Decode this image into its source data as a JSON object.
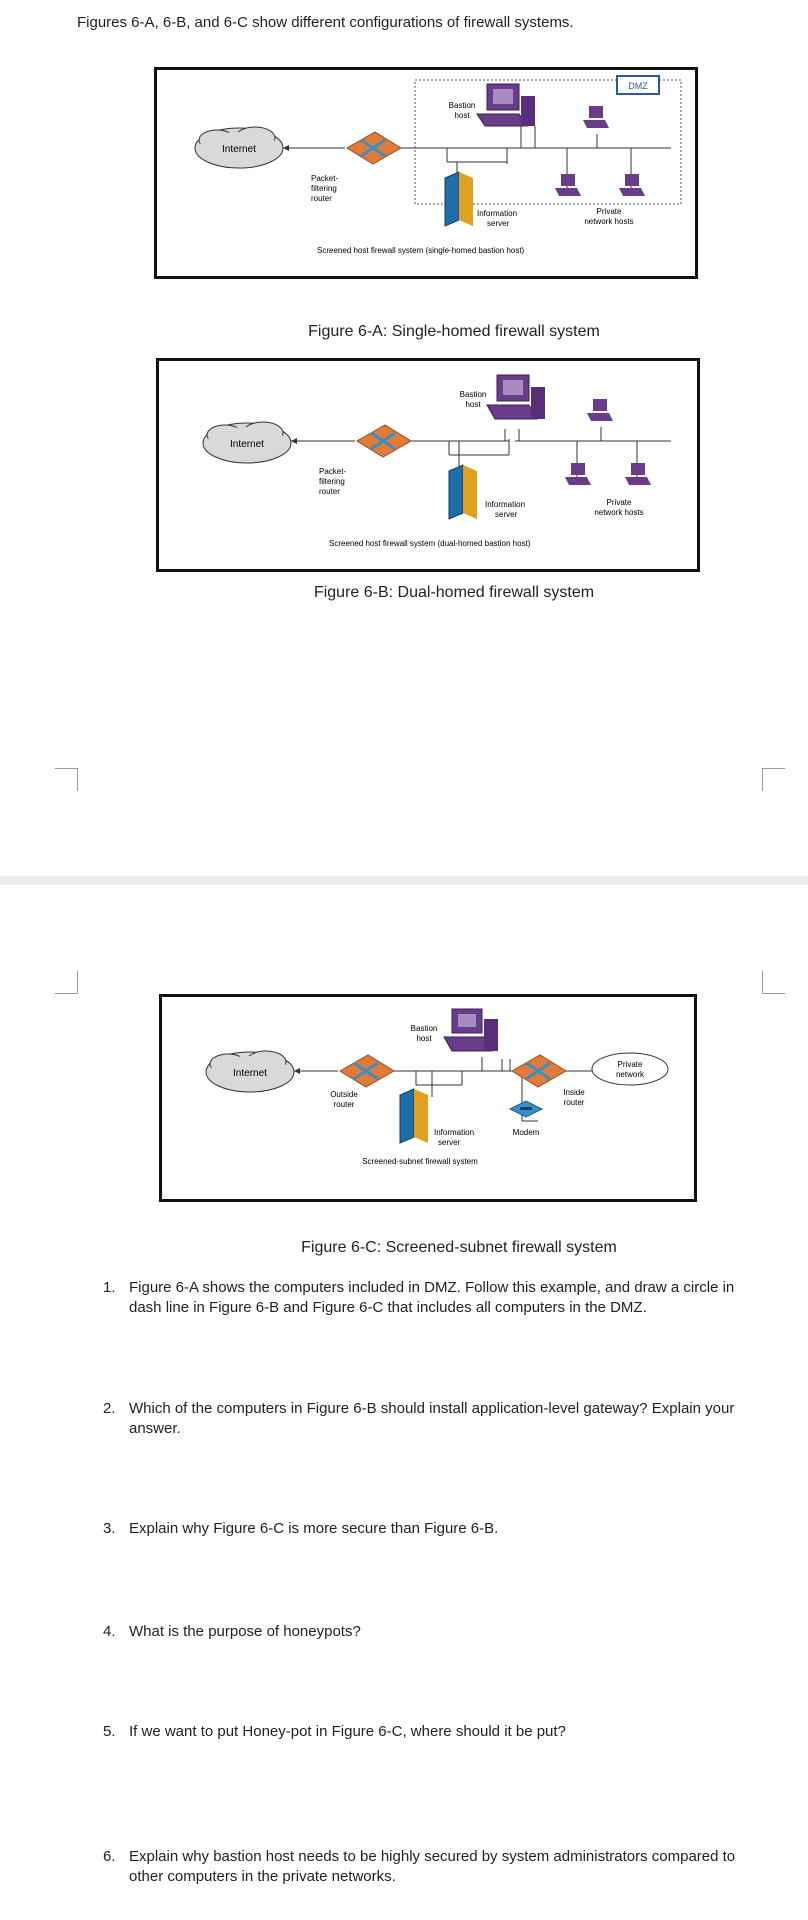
{
  "intro": "Figures 6-A, 6-B, and 6-C show different configurations of firewall systems.",
  "figA": {
    "internet": "Internet",
    "router": [
      "Packet-",
      "filtering",
      "router"
    ],
    "bastion": [
      "Bastion",
      "host"
    ],
    "info": [
      "Information",
      "server"
    ],
    "private": [
      "Private",
      "network hosts"
    ],
    "dmz": "DMZ",
    "subcaption": "Screened host firewall system (single-homed bastion host)",
    "caption": "Figure 6-A: Single-homed firewall system"
  },
  "figB": {
    "internet": "Internet",
    "router": [
      "Packet-",
      "filtering",
      "router"
    ],
    "bastion": [
      "Bastion",
      "host"
    ],
    "info": [
      "Information",
      "server"
    ],
    "private": [
      "Private",
      "network hosts"
    ],
    "subcaption": "Screened host firewall system (dual-homed bastion host)",
    "caption": "Figure 6-B: Dual-homed firewall system"
  },
  "figC": {
    "internet": "Internet",
    "outside_router": [
      "Outside",
      "router"
    ],
    "inside_router": [
      "Inside",
      "router"
    ],
    "bastion": [
      "Bastion",
      "host"
    ],
    "info": [
      "Information",
      "server"
    ],
    "modem": "Modem",
    "private": [
      "Private",
      "network"
    ],
    "subcaption": "Screened-subnet firewall system",
    "caption": "Figure 6-C: Screened-subnet firewall system"
  },
  "questions": [
    {
      "num": "1.",
      "text": "Figure 6-A shows the computers included in DMZ. Follow this example, and draw a circle in dash line in Figure 6-B and Figure 6-C that includes all computers in the DMZ."
    },
    {
      "num": "2.",
      "text": "Which of the computers in Figure 6-B should install application-level gateway? Explain your answer."
    },
    {
      "num": "3.",
      "text": "Explain why Figure 6-C is more secure than Figure 6-B."
    },
    {
      "num": "4.",
      "text": "What is the purpose of honeypots?"
    },
    {
      "num": "5.",
      "text": "If we want to put Honey-pot in Figure 6-C, where should it be put?"
    },
    {
      "num": "6.",
      "text": "Explain why bastion host needs to be highly secured by system administrators compared to other computers in the private networks."
    }
  ],
  "colors": {
    "router": "#e07b3a",
    "router_x": "#3a8fc7",
    "computer": "#6a3d8a",
    "server": "#1e6fa8",
    "cloud": "#d9d9d9",
    "dmz_border": "#2a5a9a"
  }
}
